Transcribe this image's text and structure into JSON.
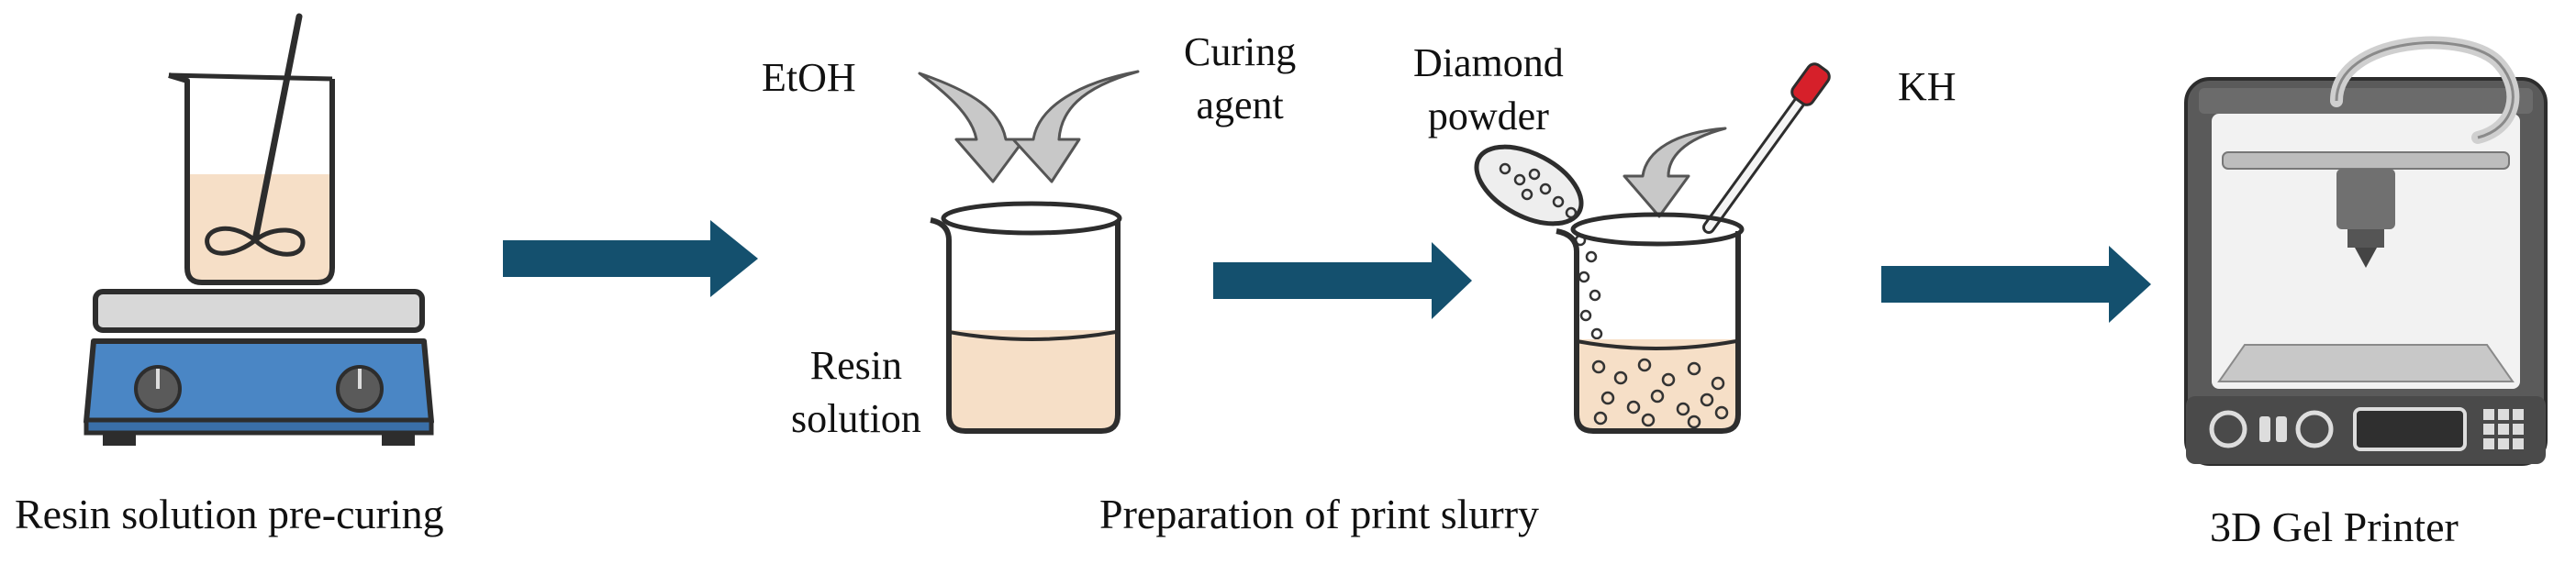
{
  "labels": {
    "ethanol": "EtOH",
    "curing_agent_line1": "Curing",
    "curing_agent_line2": "agent",
    "resin_line1": "Resin",
    "resin_line2": "solution",
    "diamond_line1": "Diamond",
    "diamond_line2": "powder",
    "kh": "KH"
  },
  "captions": {
    "step1": "Resin solution pre-curing",
    "step2": "Preparation of print slurry",
    "step3": "3D Gel Printer"
  },
  "colors": {
    "process_arrow": "#14506e",
    "resin_fill": "#f6dfc7",
    "hotplate_body": "#4a86c5",
    "hotplate_top": "#d8d8d8",
    "knob": "#555555",
    "pointer_arrow": "#c8c8c8",
    "dropper_tip": "#d6202a",
    "printer_frame": "#5a5a5a"
  },
  "icons": [
    "beaker-stirrer-icon",
    "hotplate-icon",
    "beaker-icon",
    "dropper-icon",
    "spatula-icon",
    "3d-printer-icon"
  ]
}
